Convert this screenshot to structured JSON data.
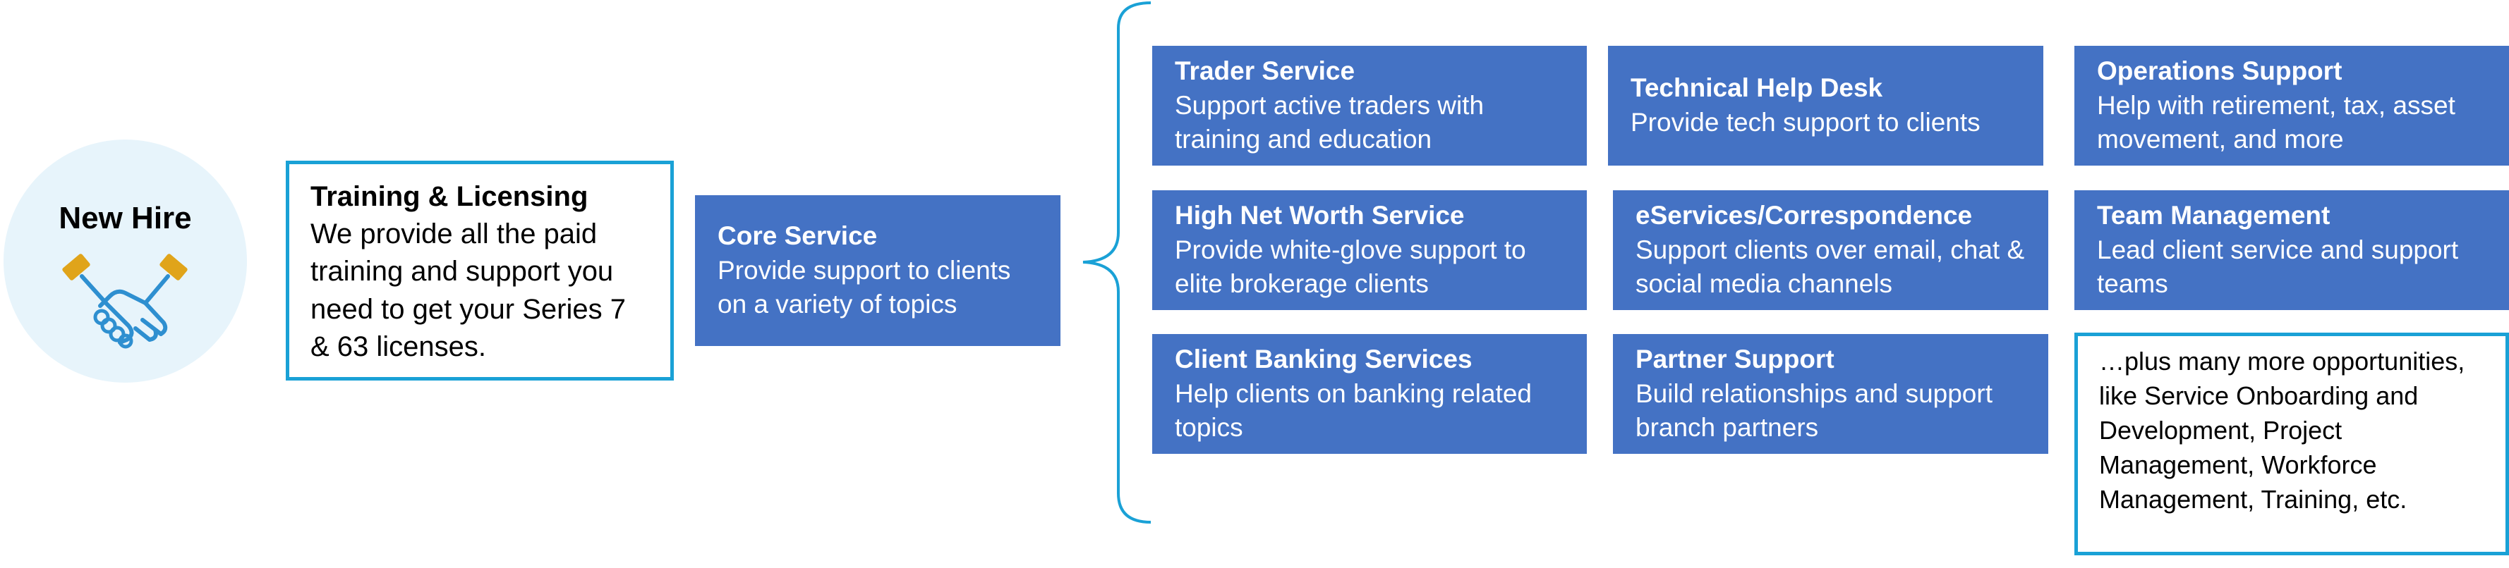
{
  "new_hire": {
    "title": "New Hire",
    "icon": "handshake-icon"
  },
  "training": {
    "title": "Training & Licensing",
    "description": "We provide all the paid training and support you need to get your Series 7 & 63 licenses."
  },
  "core": {
    "title": "Core Service",
    "description": "Provide support to clients on a variety of topics"
  },
  "services": [
    {
      "title": "Trader Service",
      "description": "Support active traders with training and education"
    },
    {
      "title": "Technical Help Desk",
      "description": "Provide tech support to clients"
    },
    {
      "title": "Operations Support",
      "description": "Help with retirement, tax, asset movement, and more"
    },
    {
      "title": "High Net Worth Service",
      "description": "Provide white-glove support to elite brokerage clients"
    },
    {
      "title": "eServices/Correspondence",
      "description": "Support clients over email, chat & social media channels"
    },
    {
      "title": "Team Management",
      "description": "Lead client service and support teams"
    },
    {
      "title": "Client Banking Services",
      "description": "Help clients on banking related topics"
    },
    {
      "title": "Partner Support",
      "description": "Build relationships and support branch partners"
    }
  ],
  "more": {
    "text": "…plus many more opportunities, like Service Onboarding and Development, Project Management, Workforce Management, Training, etc."
  },
  "colors": {
    "box_fill": "#4472c4",
    "outline": "#1aa1d6",
    "circle_fill": "#e7f4fb",
    "icon_gold": "#e0a41a",
    "icon_blue": "#2e8fd0"
  }
}
